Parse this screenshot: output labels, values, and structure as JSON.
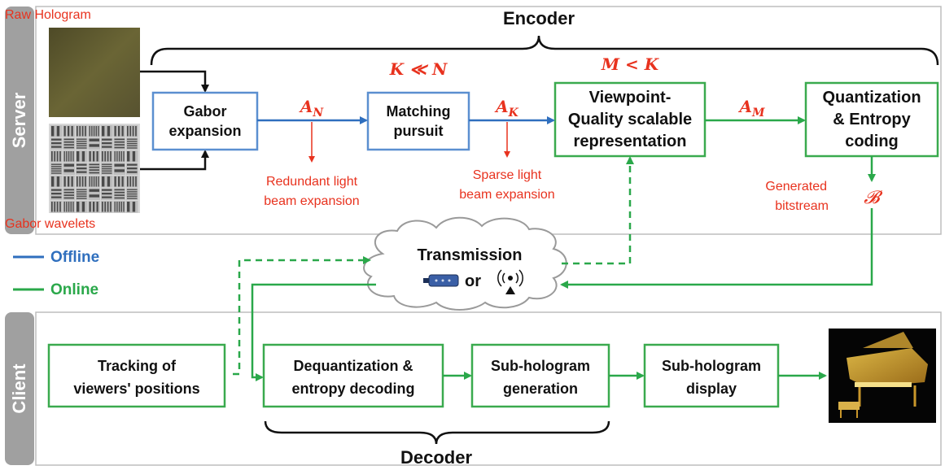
{
  "sections": {
    "server": "Server",
    "client": "Client"
  },
  "headers": {
    "encoder": "Encoder",
    "decoder": "Decoder"
  },
  "inputs": {
    "raw_hologram": "Raw Hologram",
    "gabor_wavelets": "Gabor wavelets"
  },
  "encoder_boxes": {
    "gabor": [
      "Gabor",
      "expansion"
    ],
    "matching": [
      "Matching",
      "pursuit"
    ],
    "viewpoint": [
      "Viewpoint-",
      "Quality scalable",
      "representation"
    ],
    "quant": [
      "Quantization",
      "& Entropy",
      "coding"
    ]
  },
  "math": {
    "a_n": "A_N",
    "a_k": "A_K",
    "a_m": "A_M",
    "k_ll_n": "K ≪ N",
    "m_lt_k": "M < K",
    "bitstream_symbol": "𝓑"
  },
  "annotations": {
    "redundant": [
      "Redundant light",
      "beam expansion"
    ],
    "sparse": [
      "Sparse light",
      "beam expansion"
    ],
    "generated": [
      "Generated",
      "bitstream"
    ]
  },
  "legend": {
    "offline": "Offline",
    "online": "Online"
  },
  "transmission": {
    "label": "Transmission",
    "or": "or"
  },
  "decoder_boxes": {
    "tracking": [
      "Tracking of",
      "viewers' positions"
    ],
    "dequant": [
      "Dequantization &",
      "entropy decoding"
    ],
    "subgen": [
      "Sub-hologram",
      "generation"
    ],
    "subdisp": [
      "Sub-hologram",
      "display"
    ]
  },
  "colors": {
    "offline": "#2f6fbe",
    "online": "#2aa84a",
    "annotation": "#e8321e",
    "tab": "#a0a0a0"
  }
}
